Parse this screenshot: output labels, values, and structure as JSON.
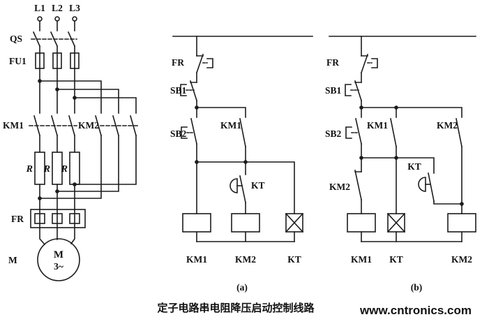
{
  "colors": {
    "line": "#1c1c1c",
    "text": "#111111",
    "watermark": "#9fd49f",
    "background": "#ffffff"
  },
  "main_circuit": {
    "phase_labels": [
      "L1",
      "L2",
      "L3"
    ],
    "labels": {
      "disconnect": "QS",
      "fuse": "FU1",
      "contactor1": "KM1",
      "contactor2": "KM2",
      "resistors": [
        "R",
        "R",
        "R"
      ],
      "thermal_relay": "FR",
      "motor": "M",
      "motor_symbol": "M",
      "motor_phase": "3~"
    }
  },
  "circuit_a": {
    "labels": {
      "thermal_contact": "FR",
      "stop_button": "SB1",
      "start_button": "SB2",
      "seal_in_contact": "KM1",
      "timer_contact": "KT"
    },
    "coil_labels": [
      "KM1",
      "KM2",
      "KT"
    ],
    "tag": "(a)"
  },
  "circuit_b": {
    "labels": {
      "thermal_contact": "FR",
      "stop_button": "SB1",
      "start_button": "SB2",
      "seal_in_contact": "KM1",
      "km2_seal_contact": "KM2",
      "timer_contact": "KT",
      "interlock_contact": "KM2"
    },
    "coil_labels": [
      "KM1",
      "KT",
      "KM2"
    ],
    "tag": "(b)"
  },
  "footer": {
    "caption": "定子电路串电阻降压启动控制线路",
    "watermark": "www.cntronics.com"
  }
}
